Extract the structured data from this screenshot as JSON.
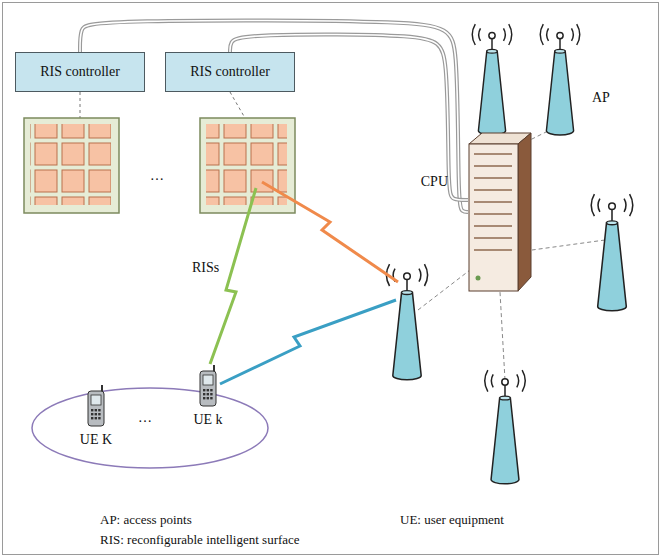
{
  "diagram": {
    "nodes": [
      {
        "text": [
          "RIS controller"
        ]
      },
      {
        "text": [
          "RIS controller"
        ]
      },
      {
        "text": [
          "CPU"
        ]
      },
      {
        "text": [
          "UE k"
        ]
      },
      {
        "text": [
          "UE K"
        ]
      }
    ],
    "edges": [
      {
        "from": 0,
        "to": 2,
        "arrow": "none"
      },
      {
        "from": 1,
        "to": 2,
        "arrow": "none"
      }
    ],
    "labels": [
      "…",
      "AP",
      "RISs",
      "…",
      "AP: access points",
      "UE: user equipment",
      "RIS: reconfigurable intelligent surface"
    ]
  }
}
